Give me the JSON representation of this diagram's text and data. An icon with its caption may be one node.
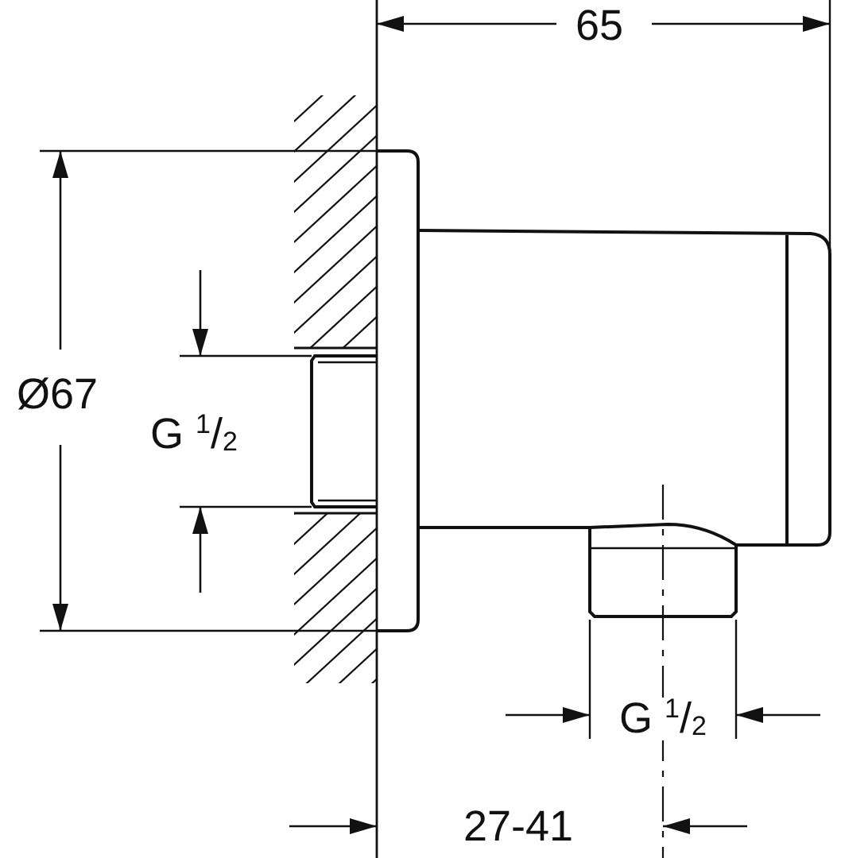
{
  "diagram": {
    "labels": [
      "65",
      "Ø67",
      "G $^{1}$/$_{2}$",
      "G $^{1}$/$_{2}$",
      "27-41"
    ]
  }
}
